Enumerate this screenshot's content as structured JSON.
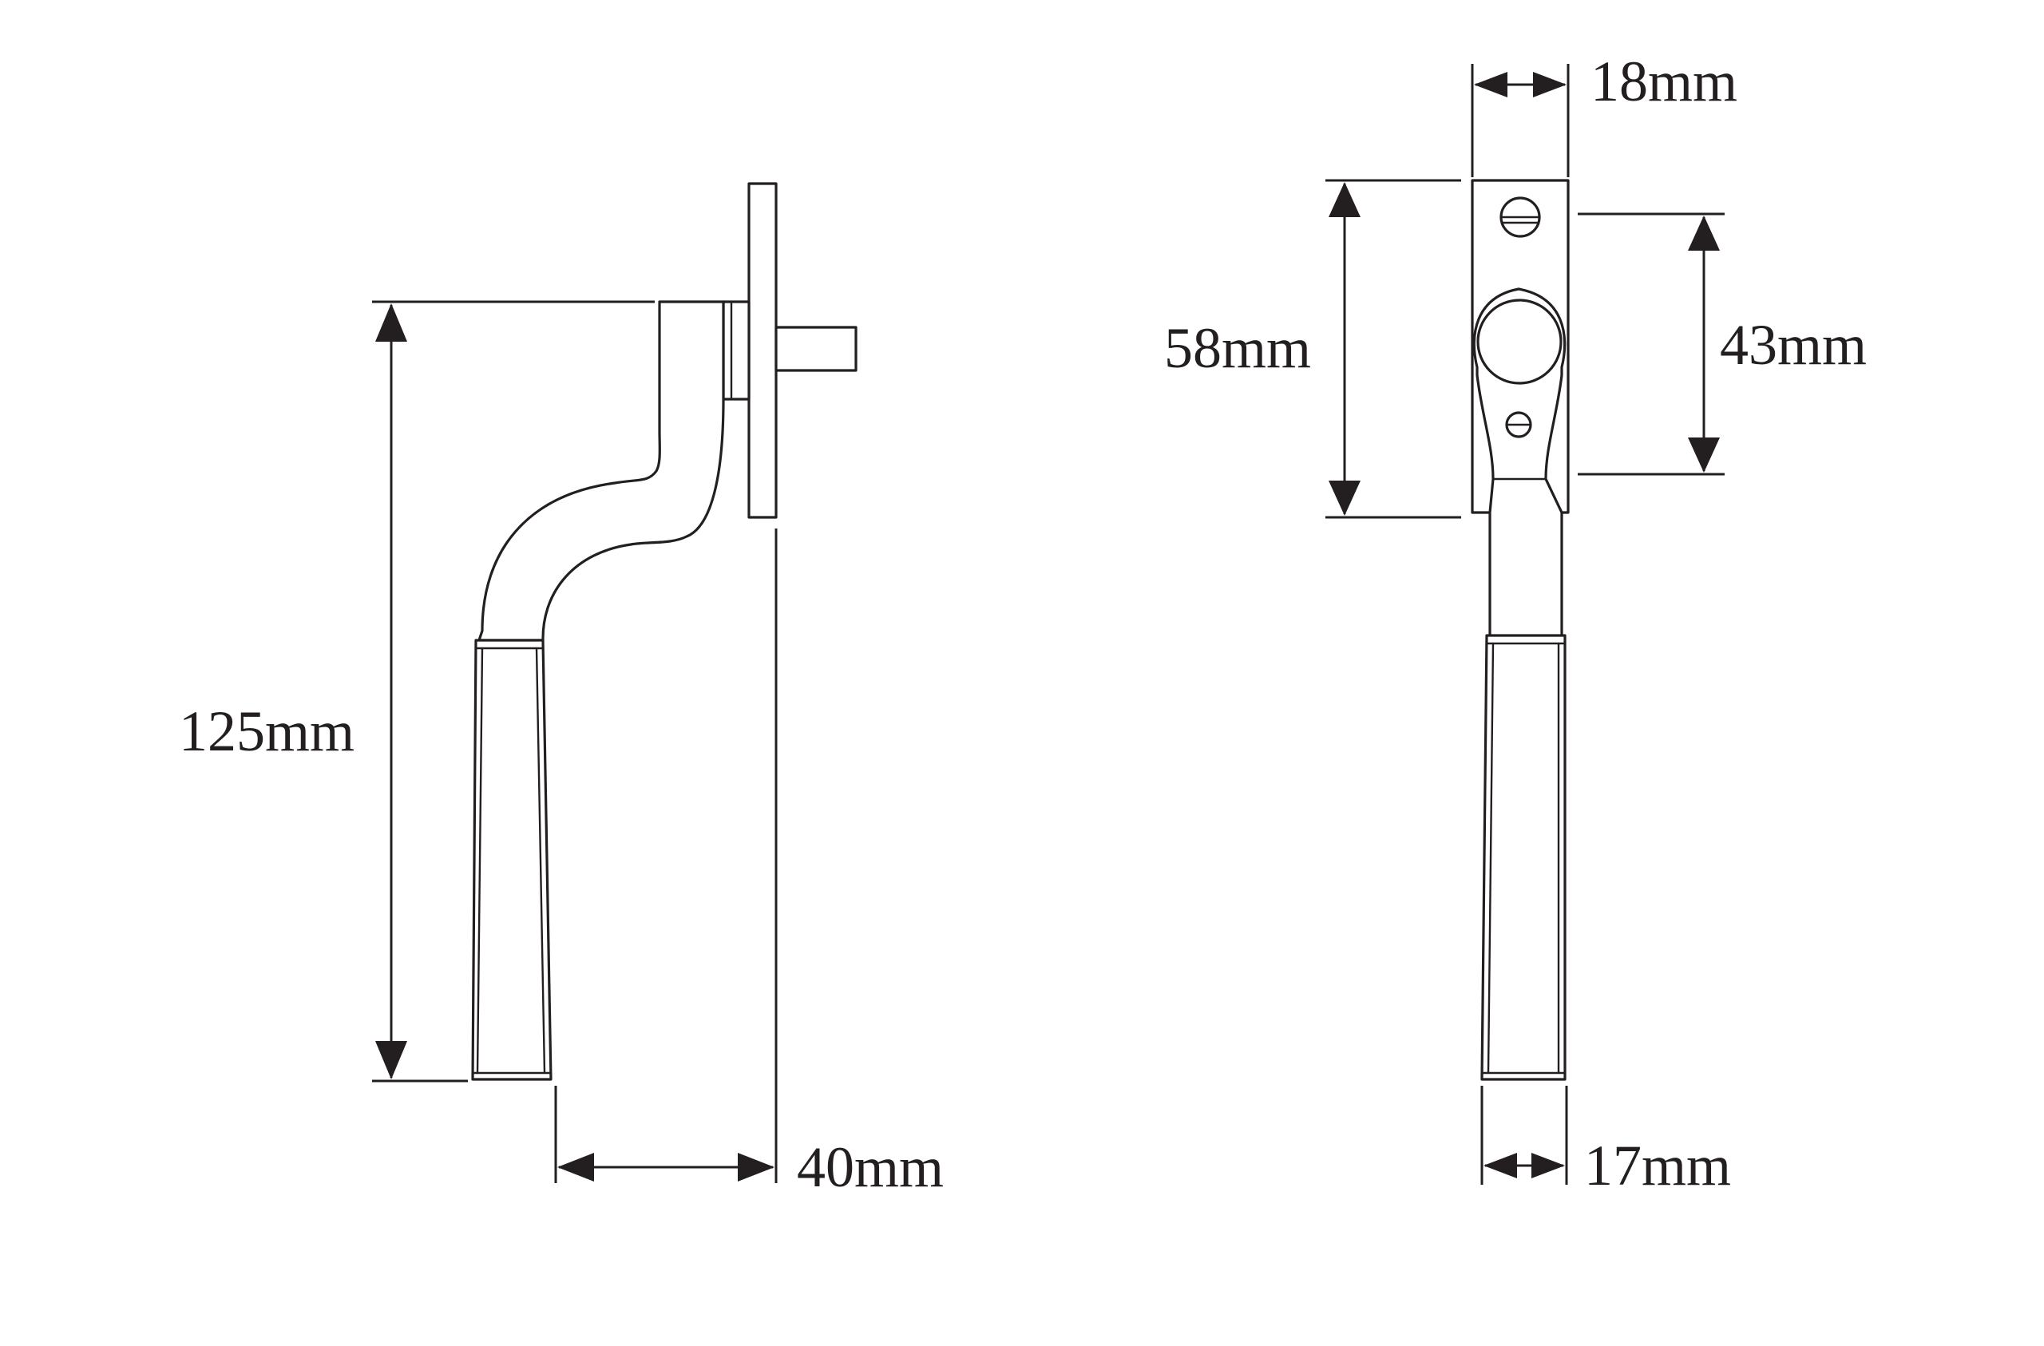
{
  "colors": {
    "ink": "#231f20",
    "background": "#ffffff"
  },
  "side_view": {
    "height_label": "125mm",
    "projection_label": "40mm"
  },
  "front_view": {
    "plate_width_label": "18mm",
    "plate_height_label": "58mm",
    "screw_centres_label": "43mm",
    "grip_width_label": "17mm"
  }
}
